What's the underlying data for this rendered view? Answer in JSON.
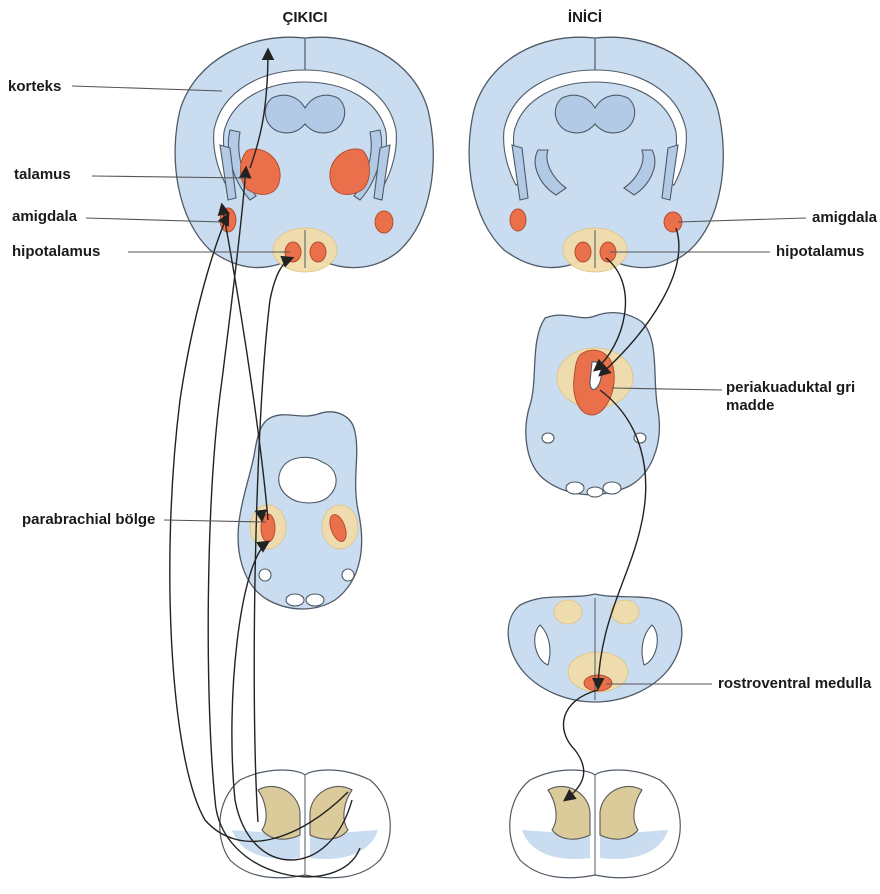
{
  "titles": {
    "ascending": "ÇIKICI",
    "descending": "İNİCİ"
  },
  "labels": {
    "korteks": "korteks",
    "talamus": "talamus",
    "amigdala_left": "amigdala",
    "hipotalamus_left": "hipotalamus",
    "parabrachial": "parabrachial bölge",
    "amigdala_right": "amigdala",
    "hipotalamus_right": "hipotalamus",
    "pag_line1": "periakuaduktal gri",
    "pag_line2": "madde",
    "rvm": "rostroventral medulla"
  },
  "colors": {
    "tissue": "#c9dcf0",
    "nucleus": "#e9704a",
    "halo": "#f2ddab",
    "spinal_grey": "#dccb9a"
  }
}
